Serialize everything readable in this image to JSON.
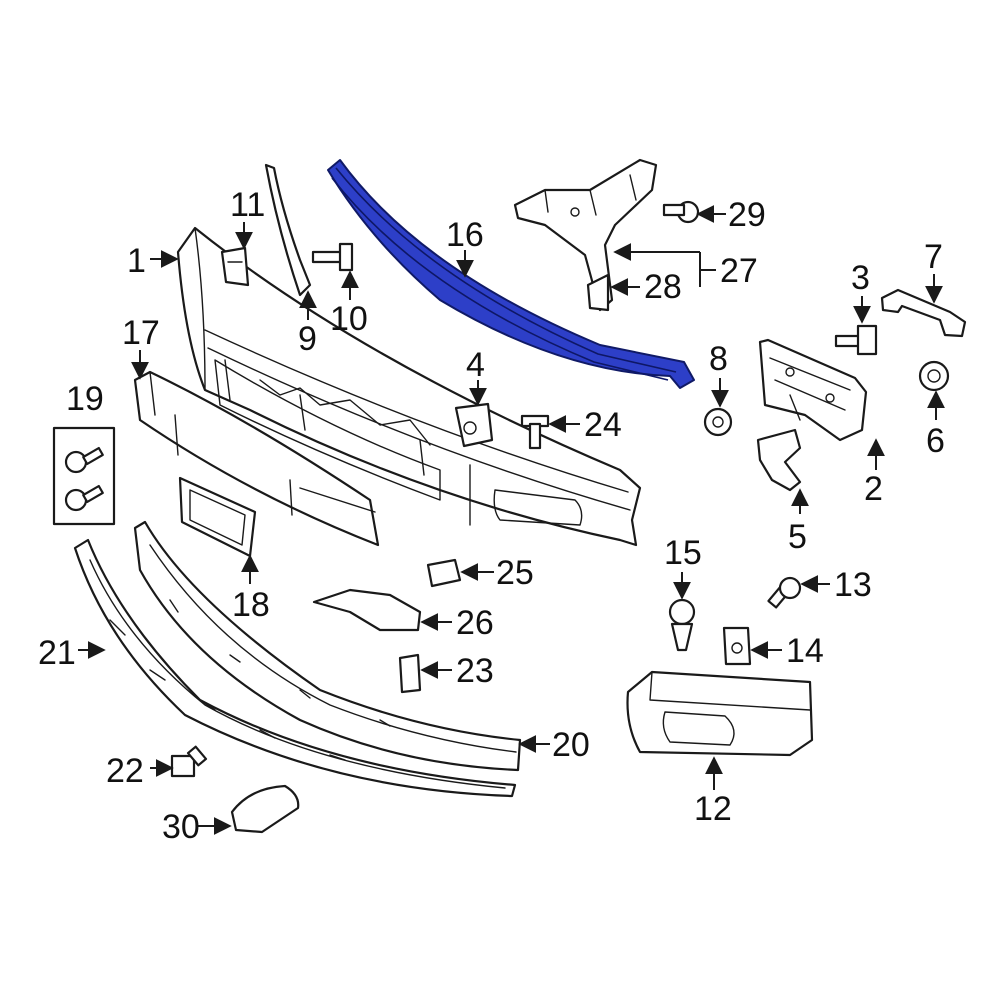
{
  "diagram": {
    "highlight_color": "#2d3fc8",
    "highlighted_part": "16",
    "callouts": [
      "1",
      "2",
      "3",
      "4",
      "5",
      "6",
      "7",
      "8",
      "9",
      "10",
      "11",
      "12",
      "13",
      "14",
      "15",
      "16",
      "17",
      "18",
      "19",
      "20",
      "21",
      "22",
      "23",
      "24",
      "25",
      "26",
      "27",
      "28",
      "29",
      "30"
    ]
  }
}
